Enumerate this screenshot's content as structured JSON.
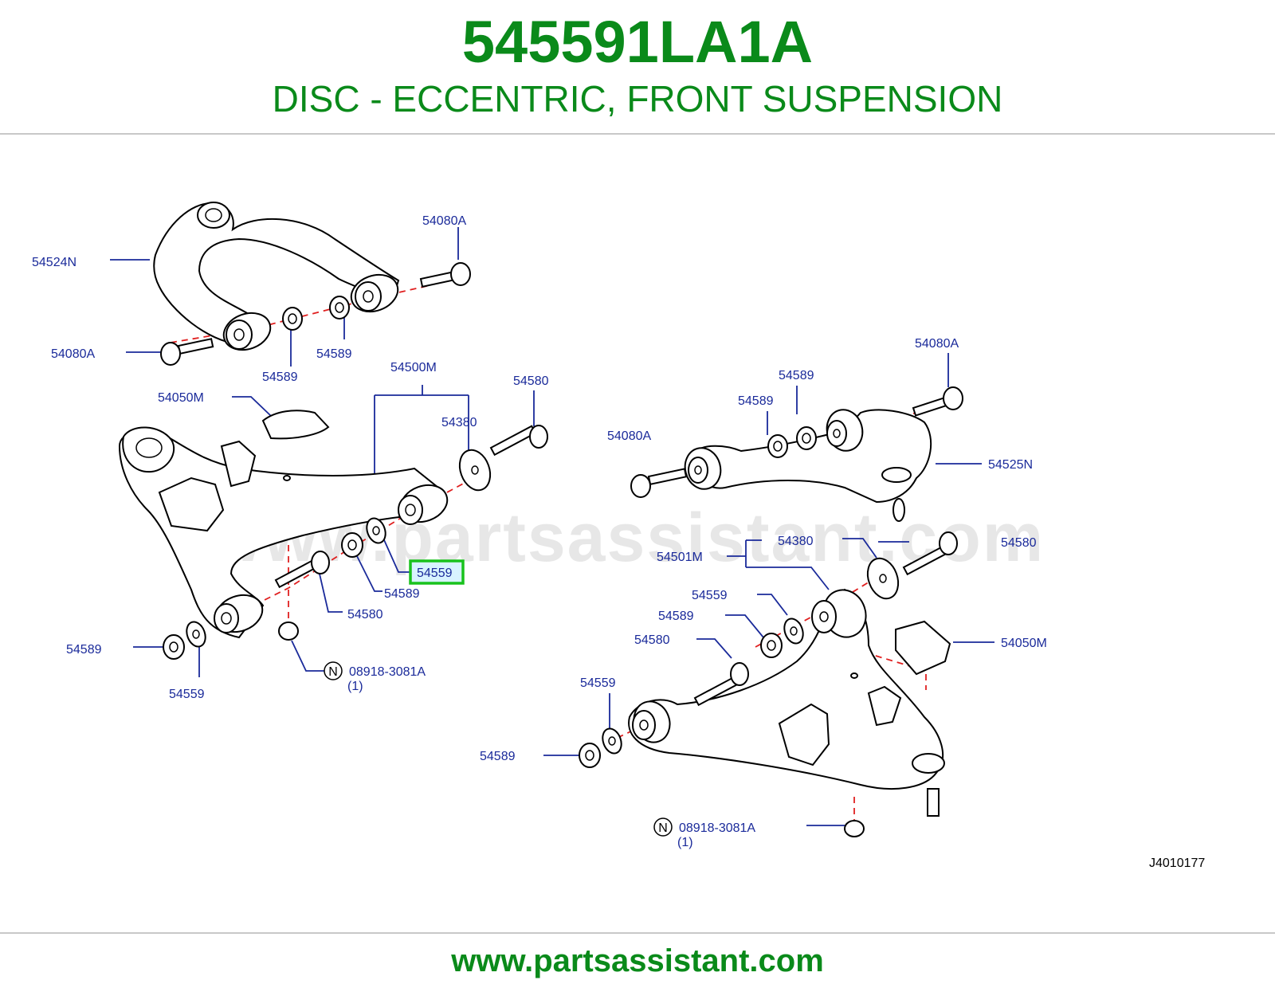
{
  "header": {
    "part_number": "545591LA1A",
    "description": "DISC - ECCENTRIC, FRONT SUSPENSION"
  },
  "footer": {
    "url": "www.partsassistant.com"
  },
  "watermark": "www.partsassistant.com",
  "diagram": {
    "code": "J4010177",
    "labels": {
      "l_54524N": "54524N",
      "l_54080A_a": "54080A",
      "l_54080A_b": "54080A",
      "l_54589_a": "54589",
      "l_54589_b": "54589",
      "l_54500M": "54500M",
      "l_54580_a": "54580",
      "l_54050M_a": "54050M",
      "l_54380_a": "54380",
      "l_54559_hl": "54559",
      "l_54589_c": "54589",
      "l_54580_b": "54580",
      "l_54589_d": "54589",
      "l_54559_b": "54559",
      "l_08918_a": "08918-3081A",
      "l_qty_a": "(1)",
      "l_54080A_c": "54080A",
      "l_54589_e": "54589",
      "l_54589_f": "54589",
      "l_54080A_d": "54080A",
      "l_54525N": "54525N",
      "l_54380_b": "54380",
      "l_54580_c": "54580",
      "l_54501M": "54501M",
      "l_54559_c": "54559",
      "l_54589_g": "54589",
      "l_54580_d": "54580",
      "l_54050M_b": "54050M",
      "l_54559_d": "54559",
      "l_54589_h": "54589",
      "l_08918_b": "08918-3081A",
      "l_qty_b": "(1)",
      "n_symbol_a": "N",
      "n_symbol_b": "N"
    },
    "highlighted_part": "54559"
  },
  "colors": {
    "title_green": "#0a8a1a",
    "label_blue": "#1a2a9a",
    "leader_blue": "#1a2a9a",
    "dash_red": "#e02020",
    "highlight_green": "#19c21c",
    "highlight_fill": "#d8f3ff"
  },
  "icons": [
    "n-circle-icon"
  ]
}
